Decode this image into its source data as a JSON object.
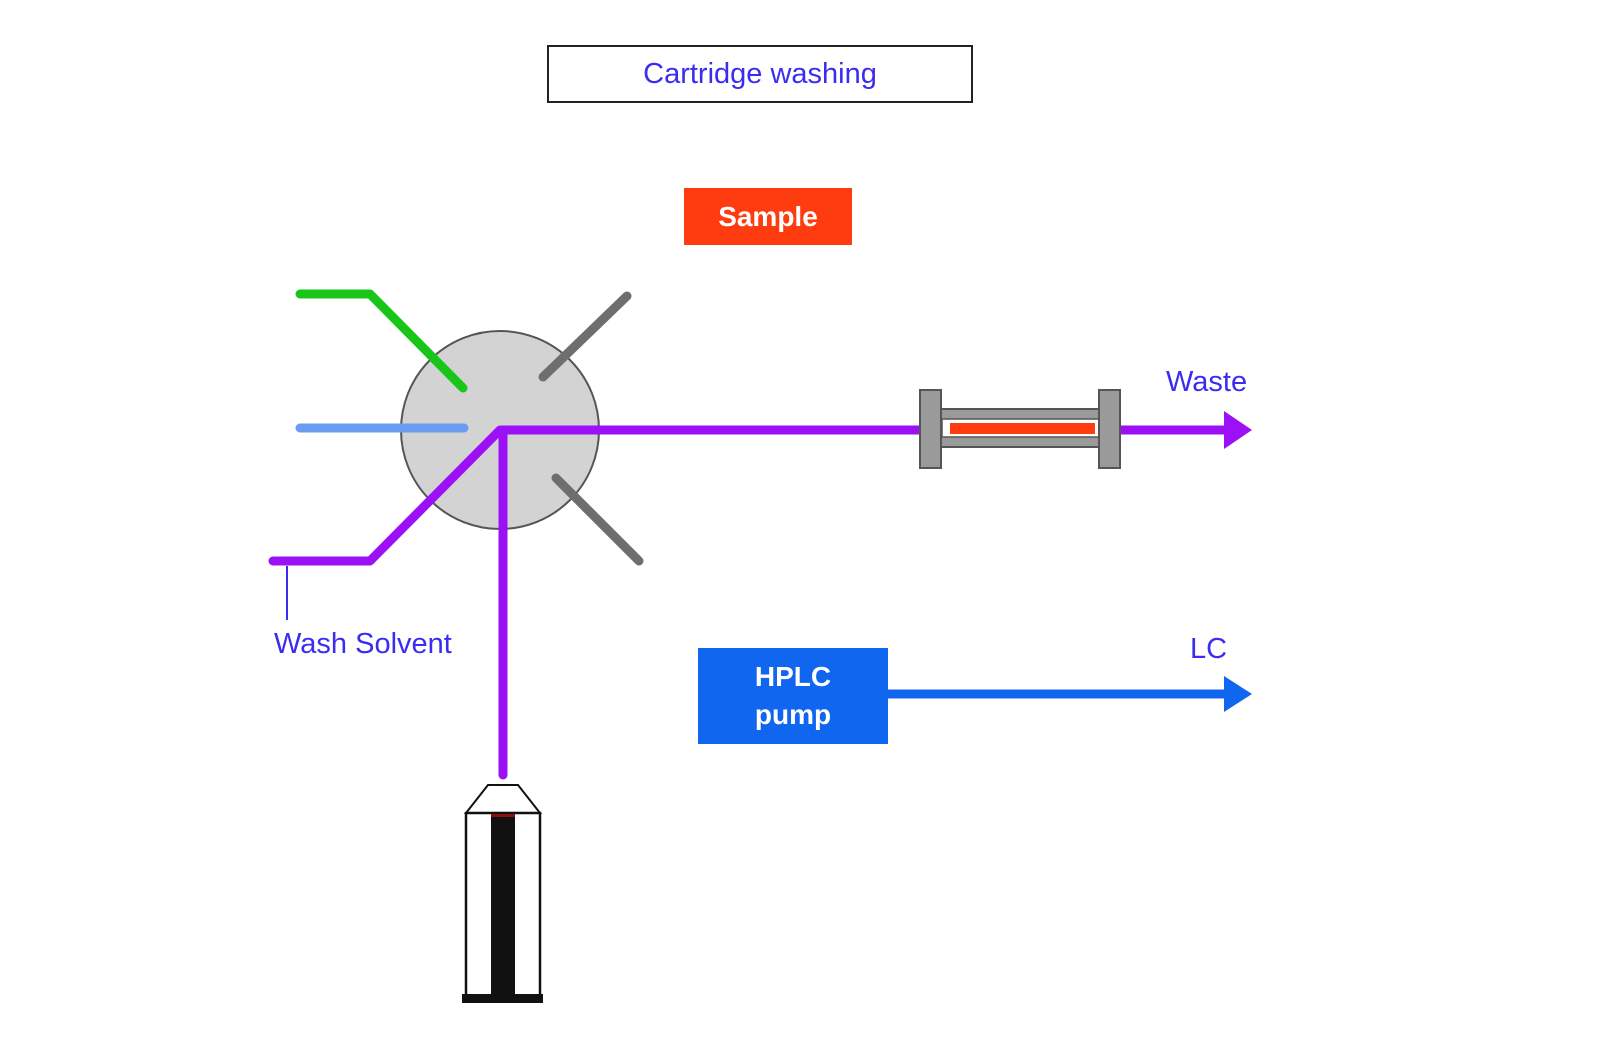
{
  "title": "Cartridge washing",
  "sample_label": "Sample",
  "pump": {
    "line1": "HPLC",
    "line2": "pump"
  },
  "labels": {
    "waste": "Waste",
    "lc": "LC",
    "wash_solvent": "Wash Solvent"
  },
  "colors": {
    "flow_path": "#9b10f5",
    "green_line": "#17c617",
    "blue_line": "#6a9cf3",
    "idle_port": "#6e6e6e",
    "valve_body": "#d3d3d3",
    "cartridge_body": "#9a9a9a",
    "cartridge_fill": "#ff3c0f",
    "pump_flow": "#1166f0",
    "text": "#3a2cf0"
  }
}
